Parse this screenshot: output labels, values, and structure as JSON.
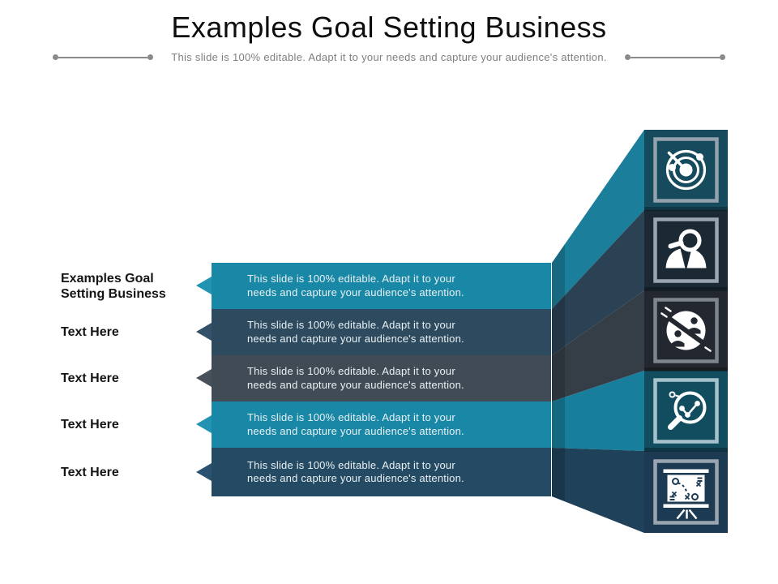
{
  "title": "Examples Goal Setting Business",
  "subtitle": "This slide is 100% editable. Adapt it to your needs and capture your audience's attention.",
  "rows": [
    {
      "label": "Examples Goal Setting Business",
      "desc_line1": "This slide is 100% editable. Adapt it to your",
      "desc_line2": "needs and capture your audience's attention.",
      "bar_color": "#1987A6",
      "notch_color": "#2293B1"
    },
    {
      "label": "Text Here",
      "desc_line1": "This slide is 100% editable. Adapt it to your",
      "desc_line2": "needs and capture your audience's attention.",
      "bar_color": "#2D4A5F",
      "notch_color": "#33526A"
    },
    {
      "label": "Text Here",
      "desc_line1": "This slide is 100% editable. Adapt it to your",
      "desc_line2": "needs and capture your audience's attention.",
      "bar_color": "#414B55",
      "notch_color": "#485059"
    },
    {
      "label": "Text Here",
      "desc_line1": "This slide is 100% editable. Adapt it to your",
      "desc_line2": "needs and capture your audience's attention.",
      "bar_color": "#1987A6",
      "notch_color": "#2293B1"
    },
    {
      "label": "Text Here",
      "desc_line1": "This slide is 100% editable. Adapt it to your",
      "desc_line2": "needs and capture your audience's attention.",
      "bar_color": "#254A63",
      "notch_color": "#2A5270"
    }
  ],
  "funnel": {
    "bands": [
      {
        "color": "#1B7E9A"
      },
      {
        "color": "#2B4154"
      },
      {
        "color": "#353D47"
      },
      {
        "color": "#177E9B"
      },
      {
        "color": "#1F4159"
      }
    ],
    "tiles": [
      {
        "bg": "#164B5E",
        "frame": "#93A2AD",
        "icon": "radar-target-icon"
      },
      {
        "bg": "#1B2935",
        "frame": "#9AA5AF",
        "icon": "person-search-icon"
      },
      {
        "bg": "#23272F",
        "frame": "#7E858E",
        "icon": "people-restriction-icon"
      },
      {
        "bg": "#124C5F",
        "frame": "#A5C2CC",
        "icon": "chart-magnifier-icon"
      },
      {
        "bg": "#1C3A51",
        "frame": "#9AA5AF",
        "icon": "strategy-board-icon"
      }
    ]
  },
  "decor": {
    "divider_color": "#8A8A8A"
  }
}
